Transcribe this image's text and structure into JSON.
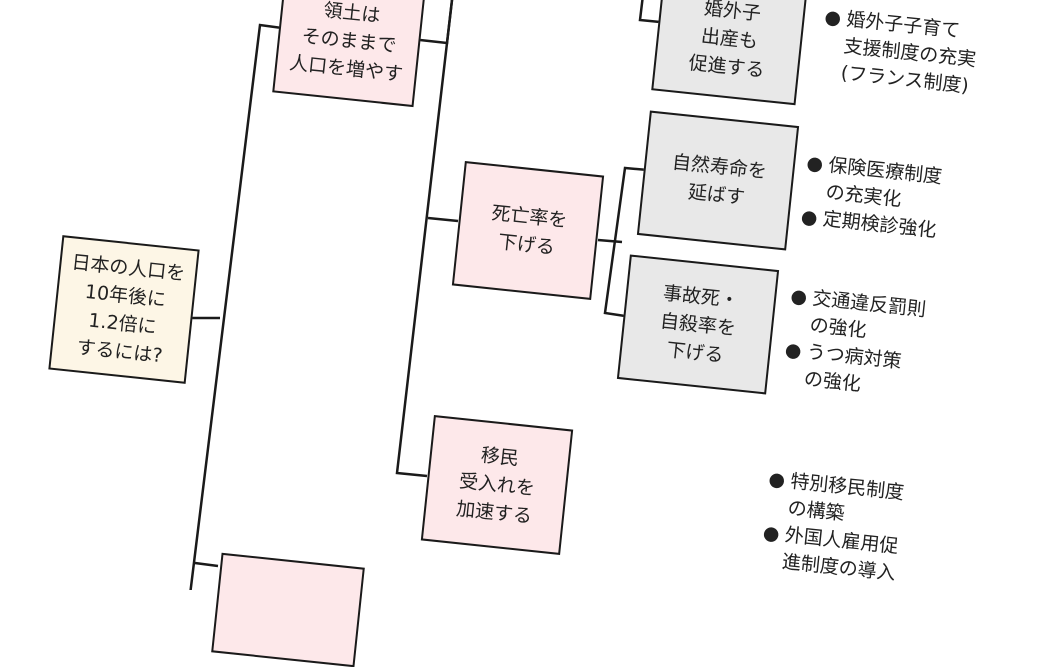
{
  "root": {
    "label": "日本の人口を\n10年後に\n1.2倍に\nするには?"
  },
  "level1": [
    {
      "label": "領土は\nそのままで\n人口を増やす"
    },
    {
      "label": ""
    }
  ],
  "level2": [
    {
      "label": "死亡率を\n下げる"
    },
    {
      "label": "移民\n受入れを\n加速する"
    }
  ],
  "level3": [
    {
      "label": "婚外子\n出産も\n促進する"
    },
    {
      "label": "自然寿命を\n延ばす"
    },
    {
      "label": "事故死・\n自殺率を\n下げる"
    }
  ],
  "measures": [
    {
      "items": [
        "婚外子子育て\n支援制度の充実\n(フランス制度)"
      ]
    },
    {
      "items": [
        "保険医療制度\nの充実化",
        "定期検診強化"
      ]
    },
    {
      "items": [
        "交通違反罰則\nの強化",
        "うつ病対策\nの強化"
      ]
    },
    {
      "items": [
        "特別移民制度\nの構築",
        "外国人雇用促\n進制度の導入"
      ]
    }
  ],
  "colors": {
    "level1_fill": "#fde8ea",
    "level3_fill": "#e8e8e8",
    "root_fill": "#fdf6e6",
    "line": "#1a1a1a"
  }
}
